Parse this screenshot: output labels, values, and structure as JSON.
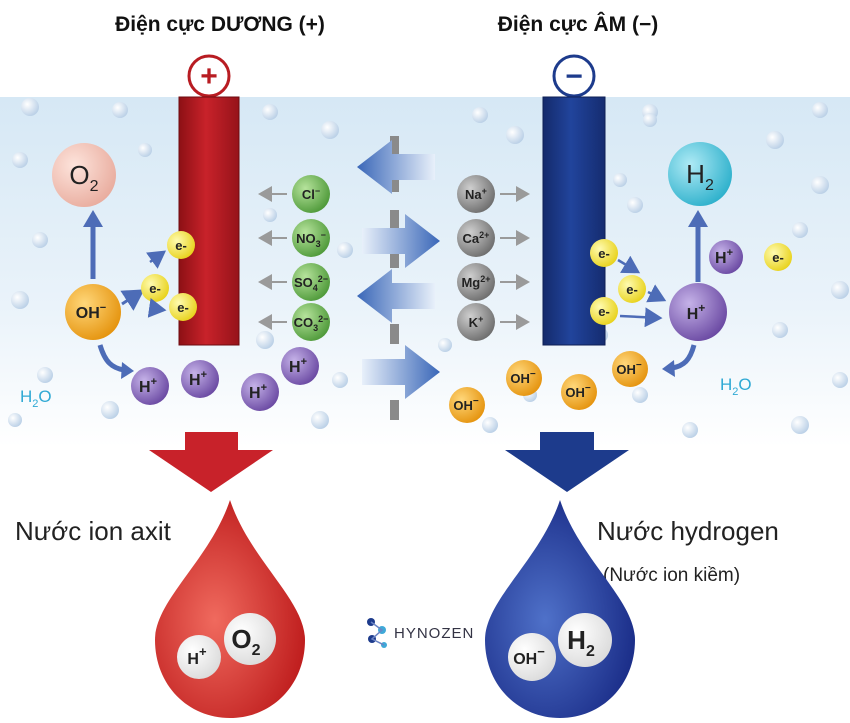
{
  "positive_electrode": {
    "title": "Điện cực DƯƠNG (+)",
    "symbol": "+"
  },
  "negative_electrode": {
    "title": "Điện cực ÂM (−)",
    "symbol": "−"
  },
  "anode_species": {
    "o2": {
      "base": "O",
      "sub": "2"
    },
    "oh": {
      "base": "OH",
      "sup": "−"
    },
    "electron": "e-",
    "h_plus": {
      "base": "H",
      "sup": "+"
    },
    "water": {
      "base": "H",
      "sub": "2",
      "tail": "O"
    }
  },
  "cathode_species": {
    "h2": {
      "base": "H",
      "sub": "2"
    },
    "h_plus": {
      "base": "H",
      "sup": "+"
    },
    "electron": "e-",
    "oh": {
      "base": "OH",
      "sup": "−"
    },
    "water": {
      "base": "H",
      "sub": "2",
      "tail": "O"
    }
  },
  "anions": [
    {
      "base": "Cl",
      "sub": "",
      "sup": "−"
    },
    {
      "base": "NO",
      "sub": "3",
      "sup": "−"
    },
    {
      "base": "SO",
      "sub": "4",
      "sup": "2−"
    },
    {
      "base": "CO",
      "sub": "3",
      "sup": "2−"
    }
  ],
  "cations": [
    {
      "base": "Na",
      "sup": "+"
    },
    {
      "base": "Ca",
      "sup": "2+"
    },
    {
      "base": "Mg",
      "sup": "2+"
    },
    {
      "base": "K",
      "sup": "+"
    }
  ],
  "acid_water": {
    "label": "Nước ion axit",
    "ion1": {
      "base": "H",
      "sup": "+"
    },
    "ion2": {
      "base": "O",
      "sub": "2"
    }
  },
  "alkaline_water": {
    "label": "Nước hydrogen",
    "sublabel": "(Nước ion kiềm)",
    "ion1": {
      "base": "OH",
      "sup": "−"
    },
    "ion2": {
      "base": "H",
      "sub": "2"
    }
  },
  "brand": "HYNOZEN",
  "colors": {
    "anode_red": "#b81c22",
    "cathode_blue": "#1d3b8c",
    "electron_yellow": "#f2e12a",
    "h_plus_purple": "#7c5bb0",
    "oh_orange": "#f0a21f",
    "anion_green": "#5ea645",
    "cation_gray": "#7a7a7a",
    "o2_pink": "#f2c4b8",
    "h2_cyan": "#3fc0d8"
  }
}
